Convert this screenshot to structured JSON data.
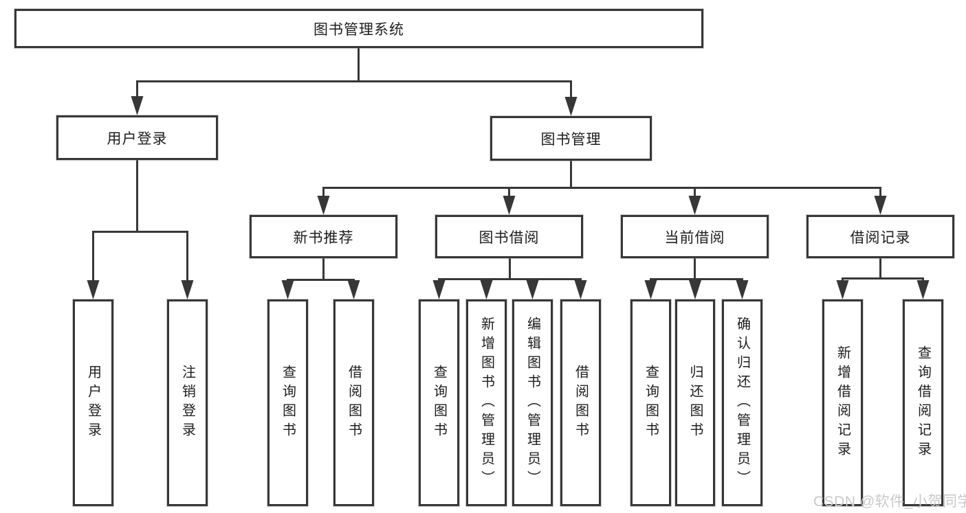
{
  "diagram_title": "图书管理系统",
  "tree": {
    "label": "图书管理系统",
    "children": [
      {
        "label": "用户登录",
        "children": [
          {
            "label": "用户登录"
          },
          {
            "label": "注销登录"
          }
        ]
      },
      {
        "label": "图书管理",
        "children": [
          {
            "label": "新书推荐",
            "children": [
              {
                "label": "查询图书"
              },
              {
                "label": "借阅图书"
              }
            ]
          },
          {
            "label": "图书借阅",
            "children": [
              {
                "label": "查询图书"
              },
              {
                "label": "新增图书（管理员）"
              },
              {
                "label": "编辑图书（管理员）"
              },
              {
                "label": "借阅图书"
              }
            ]
          },
          {
            "label": "当前借阅",
            "children": [
              {
                "label": "查询图书"
              },
              {
                "label": "归还图书"
              },
              {
                "label": "确认归还（管理员）"
              }
            ]
          },
          {
            "label": "借阅记录",
            "children": [
              {
                "label": "新增借阅记录"
              },
              {
                "label": "查询借阅记录"
              }
            ]
          }
        ]
      }
    ]
  },
  "watermark": "CSDN @软件_小贺同学",
  "colors": {
    "line": "#373737",
    "text": "#1d1d1f",
    "box_background": "#ffffff",
    "watermark": "#c9c9c9"
  }
}
